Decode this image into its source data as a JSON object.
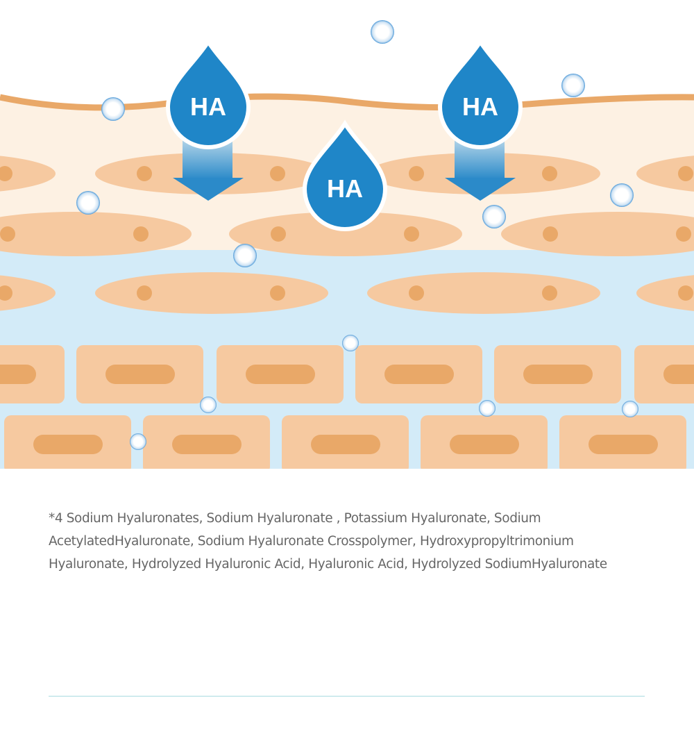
{
  "drops": [
    {
      "label": "HA"
    },
    {
      "label": "HA"
    },
    {
      "label": "HA"
    }
  ],
  "footnote": {
    "line1": "*4 Sodium Hyaluronates, Sodium Hyaluronate , Potassium Hyaluronate, Sodium",
    "line2": "AcetylatedHyaluronate,  Sodium Hyaluronate Crosspolymer, Hydroxypropyltrimonium",
    "line3": "Hyaluronate, Hydrolyzed Hyaluronic Acid, Hyaluronic Acid, Hydrolyzed SodiumHyaluronate"
  },
  "colors": {
    "drop_blue": "#1f86c8",
    "skin_cream": "#fdf1e3",
    "skin_peach": "#f6c9a0",
    "skin_dot": "#e9a868",
    "dermis_blue": "#d3ebf8",
    "surface_line": "#e9a868",
    "divider": "#a9dbe0"
  }
}
